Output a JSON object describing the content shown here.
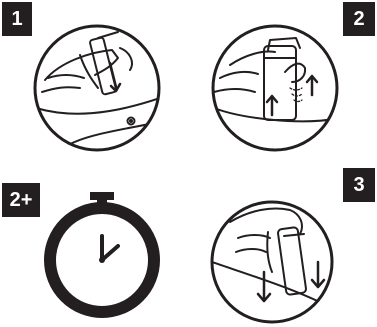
{
  "steps": [
    {
      "label": "1",
      "image": "hand-pressing-autoinjector-to-thigh-illustration"
    },
    {
      "label": "2",
      "image": "hand-holding-autoinjector-with-click-illustration"
    },
    {
      "label": "2+",
      "image": "stopwatch-icon"
    },
    {
      "label": "3",
      "image": "hand-lifting-autoinjector-illustration"
    }
  ],
  "colors": {
    "ink": "#231f20",
    "background": "#ffffff"
  }
}
